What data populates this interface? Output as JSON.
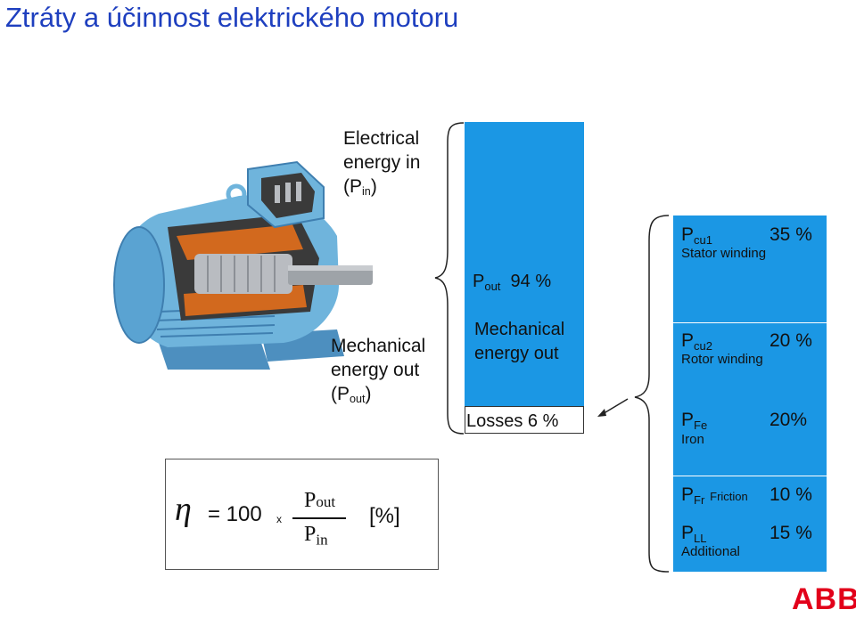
{
  "title": "Ztráty a účinnost elektrického motoru",
  "input": {
    "line1": "Electrical",
    "line2": "energy in",
    "paren_open": "(P",
    "sub": "in",
    "paren_close": ")"
  },
  "output": {
    "line1": "Mechanical",
    "line2": "energy out",
    "paren_open": "(P",
    "sub": "out",
    "paren_close": ")"
  },
  "bar": {
    "pout_label": "P",
    "pout_sub": "out",
    "pout_percent": "94 %",
    "mech_line1": "Mechanical",
    "mech_line2": "energy out",
    "losses_label": "Losses 6 %",
    "pout_share": 94,
    "losses_share": 6
  },
  "losses": [
    {
      "symbol": "P",
      "sub": "cu1",
      "percent": "35 %",
      "desc": "Stator winding"
    },
    {
      "symbol": "P",
      "sub": "cu2",
      "percent": "20 %",
      "desc": "Rotor winding"
    },
    {
      "symbol": "P",
      "sub": "Fe",
      "percent": "20%",
      "desc": "Iron"
    },
    {
      "symbol": "P",
      "sub": "Fr",
      "sub_extra": "Friction",
      "percent": "10 %",
      "desc": ""
    },
    {
      "symbol": "P",
      "sub": "LL",
      "percent": "15 %",
      "desc": "Additional"
    }
  ],
  "formula": {
    "eta": "η",
    "equals": "= 100",
    "times": "x",
    "num": "P",
    "num_sub": "out",
    "den": "P",
    "den_sub": "in",
    "unit": "[%]"
  },
  "logo": {
    "text": "ABB",
    "color": "#e2001a"
  },
  "colors": {
    "title": "#1e3fbf",
    "bar": "#1b97e4",
    "motor_body": "#6fb4dc",
    "motor_copper": "#d2691e"
  }
}
